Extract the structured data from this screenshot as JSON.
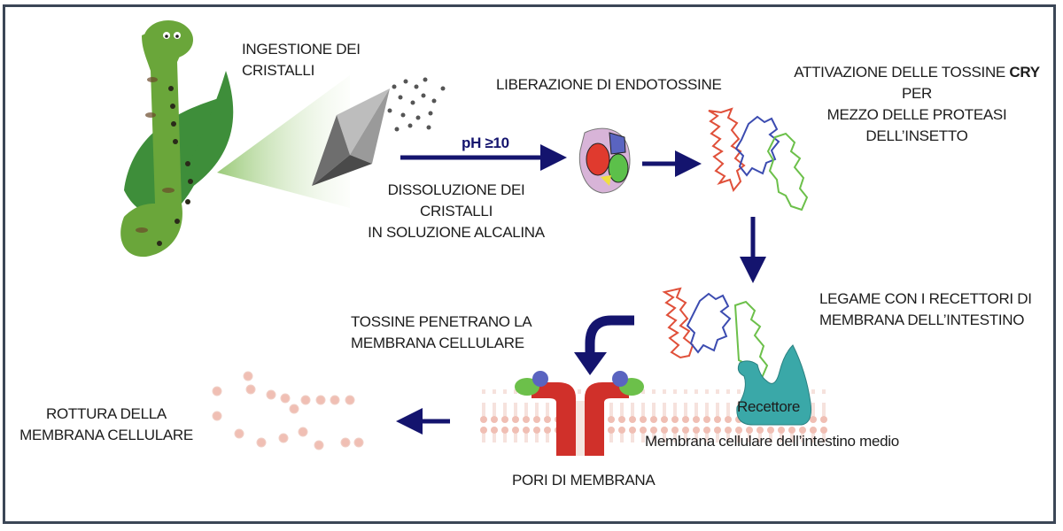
{
  "diagram": {
    "title": "Meccanismo d'azione delle tossine Cry",
    "colors": {
      "arrow": "#14146e",
      "border": "#3b4656",
      "caterpillar": "#6aa63a",
      "leaf": "#3e8e3a",
      "domain_red": "#e0503a",
      "domain_blue": "#3b4bb0",
      "domain_green": "#6cc04a",
      "receptor": "#3aa8a8",
      "pore_red": "#d0302a",
      "membrane": "#f2c2b8"
    },
    "steps": [
      {
        "id": "ingestion",
        "line1": "INGESTIONE DEI",
        "line2": "CRISTALLI"
      },
      {
        "id": "dissolution",
        "line1": "DISSOLUZIONE DEI CRISTALLI",
        "line2": "IN SOLUZIONE ALCALINA"
      },
      {
        "id": "release",
        "line1": "LIBERAZIONE DI ENDOTOSSINE"
      },
      {
        "id": "activation",
        "line1_pre": "ATTIVAZIONE DELLE TOSSINE ",
        "line1_bold": "CRY",
        "line1_post": " PER",
        "line2": "MEZZO DELLE PROTEASI DELL’INSETTO"
      },
      {
        "id": "binding",
        "line1": "LEGAME CON I RECETTORI DI",
        "line2": "MEMBRANA DELL’INTESTINO"
      },
      {
        "id": "penetration",
        "line1": "TOSSINE PENETRANO LA",
        "line2": "MEMBRANA CELLULARE"
      },
      {
        "id": "pores",
        "line1": "PORI DI MEMBRANA"
      },
      {
        "id": "rupture",
        "line1": "ROTTURA DELLA",
        "line2": "MEMBRANA CELLULARE"
      }
    ],
    "arrow_labels": {
      "ph": "pH ≥10"
    },
    "receptor_label": "Recettore",
    "membrane_label": "Membrana cellulare dell’intestino medio"
  }
}
